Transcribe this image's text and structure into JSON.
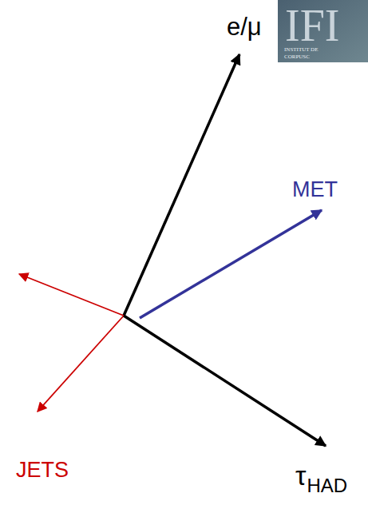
{
  "diagram": {
    "labels": [
      "e/μ",
      "IFI",
      "INSTITUT DE",
      "CORPUSC",
      "MET",
      "JETS",
      "τ",
      "HAD"
    ]
  }
}
